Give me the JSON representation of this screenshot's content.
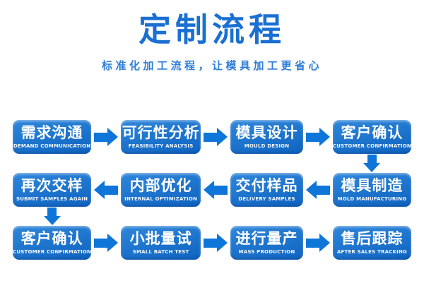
{
  "page": {
    "title": "定制流程",
    "subtitle": "标准化加工流程，让模具加工更省心"
  },
  "colors": {
    "background": "#ffffff",
    "title": "#1a6fd3",
    "subtitle": "#2f7ed8",
    "box_gradient_top": "#2f87db",
    "box_gradient_bottom": "#0e63bf",
    "box_text": "#ffffff",
    "arrow": "#0e76d8"
  },
  "flow": {
    "rows": [
      {
        "direction": "right",
        "steps": [
          {
            "label": "需求沟通",
            "caption": "DEMAND COMMUNICATION"
          },
          {
            "label": "可行性分析",
            "caption": "FEASIBILITY ANALYSIS"
          },
          {
            "label": "模具设计",
            "caption": "MOULD DESIGN"
          },
          {
            "label": "客户确认",
            "caption": "CUSTOMER CONFIRMATION"
          }
        ]
      },
      {
        "direction": "left",
        "steps": [
          {
            "label": "再次交样",
            "caption": "SUBMIT SAMPLES AGAIN"
          },
          {
            "label": "内部优化",
            "caption": "INTERNAL OPTIMIZATION"
          },
          {
            "label": "交付样品",
            "caption": "DELIVERY SAMPLES"
          },
          {
            "label": "模具制造",
            "caption": "MOLD MANUFACTURING"
          }
        ]
      },
      {
        "direction": "right",
        "steps": [
          {
            "label": "客户确认",
            "caption": "CUSTOMER CONFIRMATION"
          },
          {
            "label": "小批量试",
            "caption": "SMALL BATCH TEST"
          },
          {
            "label": "进行量产",
            "caption": "MASS PRODUCTION"
          },
          {
            "label": "售后跟踪",
            "caption": "AFTER SALES TRACKING"
          }
        ]
      }
    ],
    "connectors": [
      {
        "from": "客户确认",
        "to": "模具制造",
        "direction": "down"
      },
      {
        "from": "再次交样",
        "to": "客户确认",
        "direction": "down"
      }
    ]
  }
}
